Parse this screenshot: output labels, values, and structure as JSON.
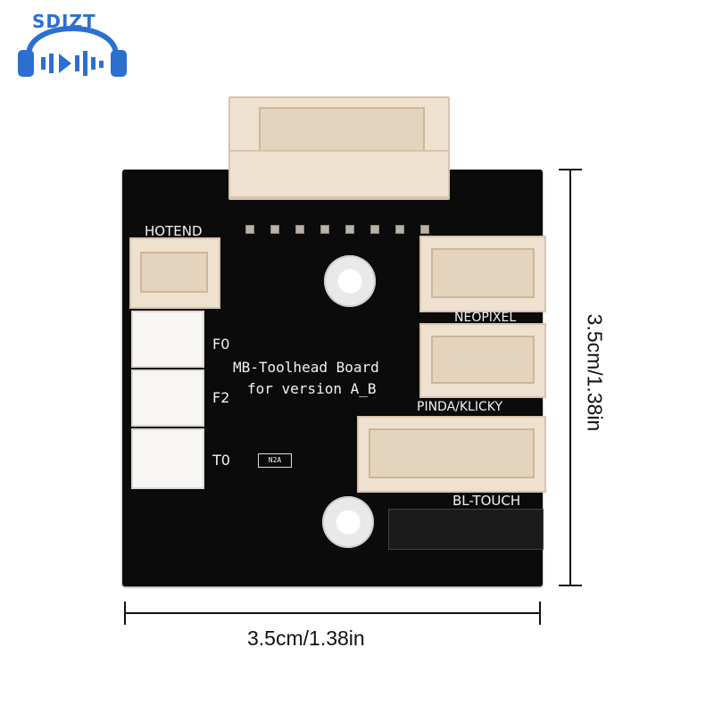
{
  "logo": {
    "text": "SDJZT"
  },
  "board": {
    "title_line1": "MB-Toolhead Board",
    "title_line2": "for version A_B",
    "labels": {
      "hotend": "HOTEND",
      "f0": "F0",
      "f2": "F2",
      "t0": "T0",
      "neopixel": "NEOPIXEL",
      "pinda": "PINDA/KLICKY",
      "bltouch": "BL-TOUCH",
      "chip": "N2A"
    }
  },
  "dimensions": {
    "width_label": "3.5cm/1.38in",
    "height_label": "3.5cm/1.38in"
  },
  "colors": {
    "board": "#0b0b0b",
    "connector_beige": "#efe1cf",
    "logo_blue": "#2c6fd1"
  }
}
